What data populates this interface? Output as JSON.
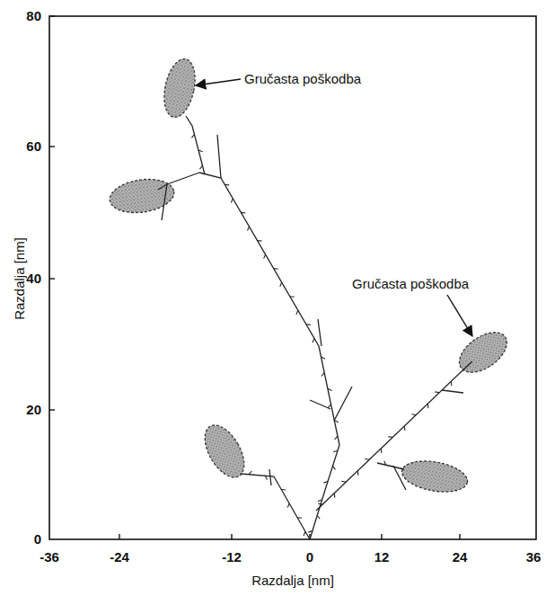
{
  "diagram": {
    "labels": [
      "Gručasta poškodba",
      "Gručasta poškodba",
      "Razdalja [nm]",
      "Razdalja [nm]",
      "80",
      "60",
      "40",
      "20",
      "0",
      "-36",
      "-24",
      "-12",
      "0",
      "12",
      "24",
      "36"
    ]
  }
}
